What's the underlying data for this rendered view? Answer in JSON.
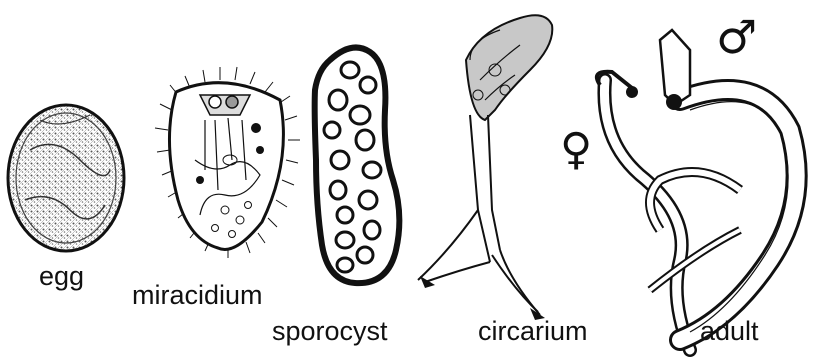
{
  "labels": {
    "egg": "egg",
    "miracidium": "miracidium",
    "sporocyst": "sporocyst",
    "circarium": "circarium",
    "adult": "adult"
  },
  "symbols": {
    "female": "♀",
    "male": "♂"
  },
  "colors": {
    "ink": "#111111",
    "background": "#ffffff",
    "shade": "#9a9a9a"
  }
}
